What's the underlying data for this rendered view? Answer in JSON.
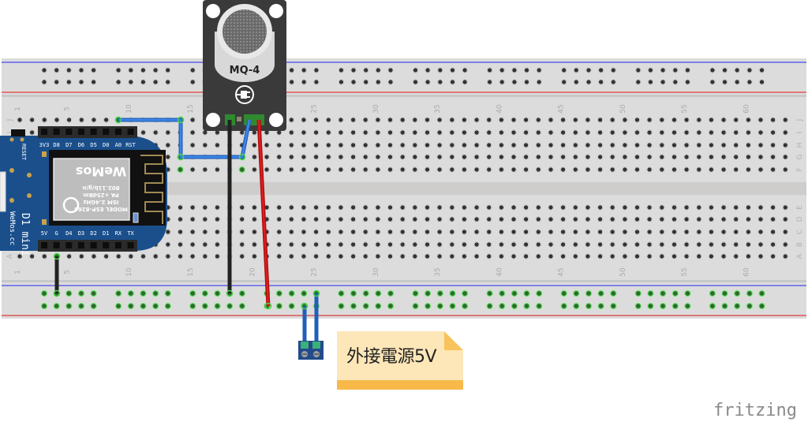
{
  "app": {
    "brand": "fritzing"
  },
  "breadboard": {
    "columns": 63,
    "column_labels": [
      "1",
      "5",
      "10",
      "15",
      "20",
      "25",
      "30",
      "35",
      "40",
      "45",
      "50",
      "55",
      "60"
    ],
    "row_labels_top": [
      "J",
      "I",
      "H",
      "G",
      "F"
    ],
    "row_labels_bottom": [
      "E",
      "D",
      "C",
      "B",
      "A"
    ],
    "colors": {
      "board": "#dcdcdc",
      "rail_blue": "#4a4aee",
      "rail_red": "#e03a3a",
      "hole": "#333333",
      "hole_connected": "#3aaa3a"
    }
  },
  "wemos": {
    "title": "D1 mini",
    "maker": "WeMos.cc",
    "reset_label": "RESET",
    "top_pins": [
      "3V3",
      "D8",
      "D7",
      "D6",
      "D5",
      "D0",
      "A0",
      "RST"
    ],
    "bottom_pins": [
      "5V",
      "G",
      "D4",
      "D3",
      "D2",
      "D1",
      "RX",
      "TX"
    ],
    "chip_lines": [
      "MODEL  ESP-8266",
      "ISM 2.4GHz",
      "PA +25dBm",
      "802.11b/g/n"
    ],
    "chip_logo": "WeMos",
    "color": "#1a4f8c"
  },
  "sensor": {
    "label": "MQ-4",
    "color": "#3a3a3a"
  },
  "wires": [
    {
      "name": "signal-wire",
      "color": "#2a6fd6",
      "from": "D1mini A0 row J col 9",
      "to": "MQ-4 AO"
    },
    {
      "name": "ground-wire-mq4",
      "color": "#222222",
      "from": "MQ-4 GND",
      "to": "bottom rail -"
    },
    {
      "name": "power-wire-mq4",
      "color": "#cc1111",
      "from": "MQ-4 VCC",
      "to": "bottom rail +"
    },
    {
      "name": "ground-wire-d1",
      "color": "#222222",
      "from": "D1mini G",
      "to": "bottom rail -"
    },
    {
      "name": "ext-power-wire-plus",
      "color": "#2a6fd6",
      "from": "terminal",
      "to": "bottom rail +"
    },
    {
      "name": "ext-power-wire-minus",
      "color": "#2a6fd6",
      "from": "terminal",
      "to": "bottom rail -"
    }
  ],
  "note": {
    "text": "外接電源5V"
  }
}
